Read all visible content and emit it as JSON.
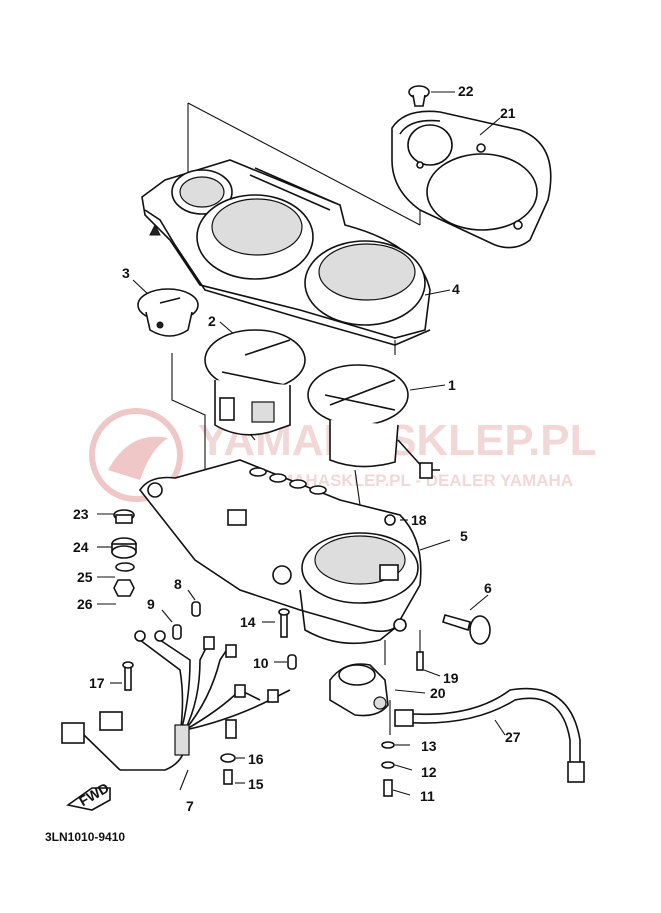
{
  "watermark": {
    "brand": "YAMAHASKLEP.PL",
    "tagline": "WWW.YAMAHASKLEP.PL - DEALER YAMAHA"
  },
  "drawing_number": "3LN1010-9410",
  "direction_label": "FWD",
  "callouts": [
    {
      "id": "1",
      "text": "1"
    },
    {
      "id": "2",
      "text": "2"
    },
    {
      "id": "3",
      "text": "3"
    },
    {
      "id": "4",
      "text": "4"
    },
    {
      "id": "5",
      "text": "5"
    },
    {
      "id": "6",
      "text": "6"
    },
    {
      "id": "7",
      "text": "7"
    },
    {
      "id": "8",
      "text": "8"
    },
    {
      "id": "9",
      "text": "9"
    },
    {
      "id": "10",
      "text": "10"
    },
    {
      "id": "11",
      "text": "11"
    },
    {
      "id": "12",
      "text": "12"
    },
    {
      "id": "13",
      "text": "13"
    },
    {
      "id": "14",
      "text": "14"
    },
    {
      "id": "15",
      "text": "15"
    },
    {
      "id": "16",
      "text": "16"
    },
    {
      "id": "17",
      "text": "17"
    },
    {
      "id": "18",
      "text": "18"
    },
    {
      "id": "19",
      "text": "19"
    },
    {
      "id": "20",
      "text": "20"
    },
    {
      "id": "21",
      "text": "21"
    },
    {
      "id": "22",
      "text": "22"
    },
    {
      "id": "23",
      "text": "23"
    },
    {
      "id": "24",
      "text": "24"
    },
    {
      "id": "25",
      "text": "25"
    },
    {
      "id": "26",
      "text": "26"
    },
    {
      "id": "27",
      "text": "27"
    }
  ]
}
